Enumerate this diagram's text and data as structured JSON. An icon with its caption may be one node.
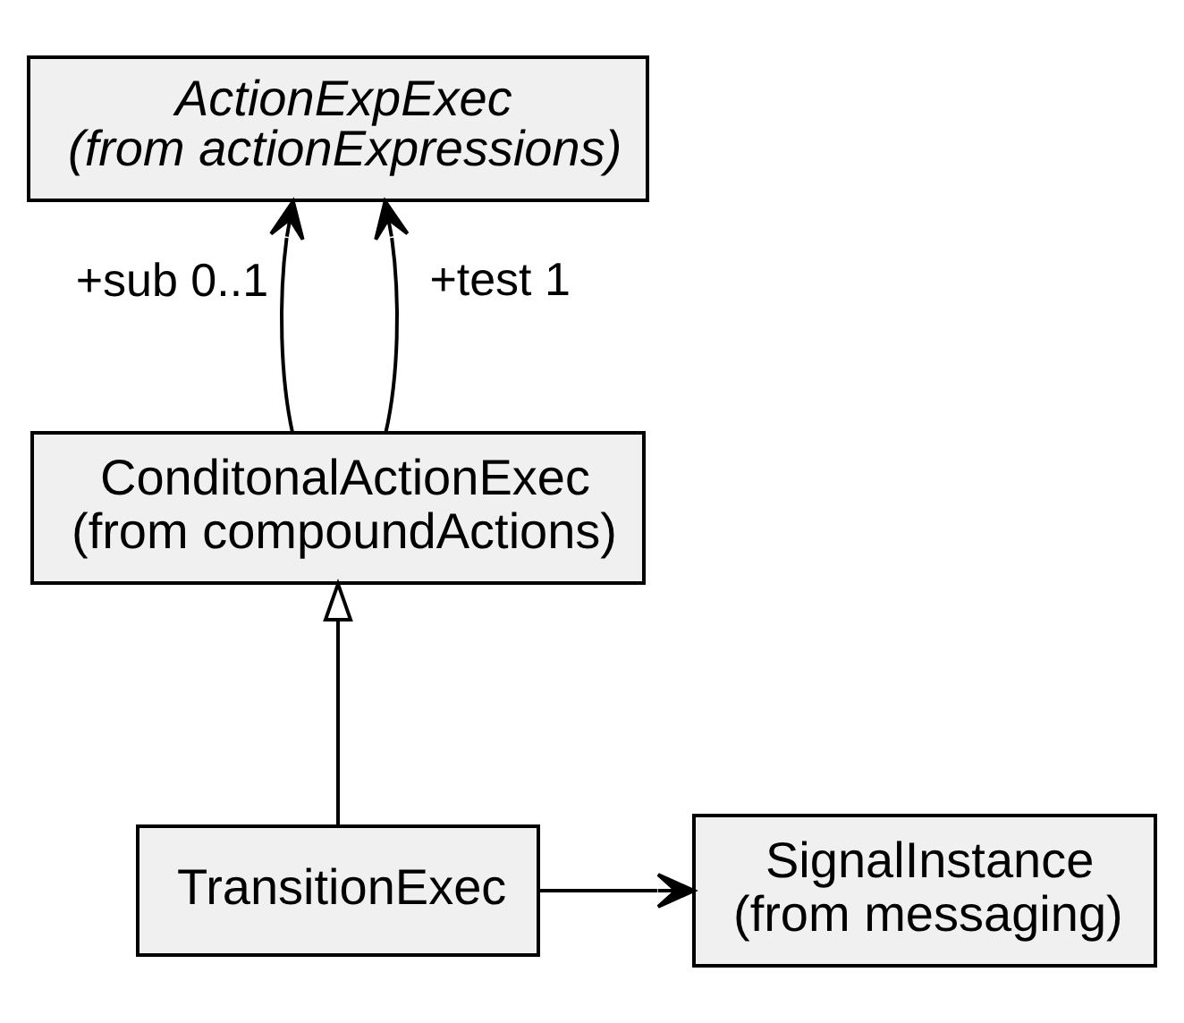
{
  "diagram": {
    "nodes": [
      {
        "text": [
          "ActionExpExec",
          "(from actionExpressions)"
        ]
      },
      {
        "text": [
          "ConditonalActionExec",
          "(from compoundActions)"
        ]
      },
      {
        "text": [
          "TransitionExec"
        ]
      },
      {
        "text": [
          "SignalInstance",
          "(from messaging)"
        ]
      }
    ],
    "edges": [
      {
        "from": 1,
        "to": 0,
        "arrow": "to",
        "label": "+sub 0..1"
      },
      {
        "from": 1,
        "to": 0,
        "arrow": "to",
        "label": "+test 1"
      },
      {
        "from": 2,
        "to": 1,
        "arrow": "to"
      },
      {
        "from": 2,
        "to": 3,
        "arrow": "to"
      }
    ]
  }
}
